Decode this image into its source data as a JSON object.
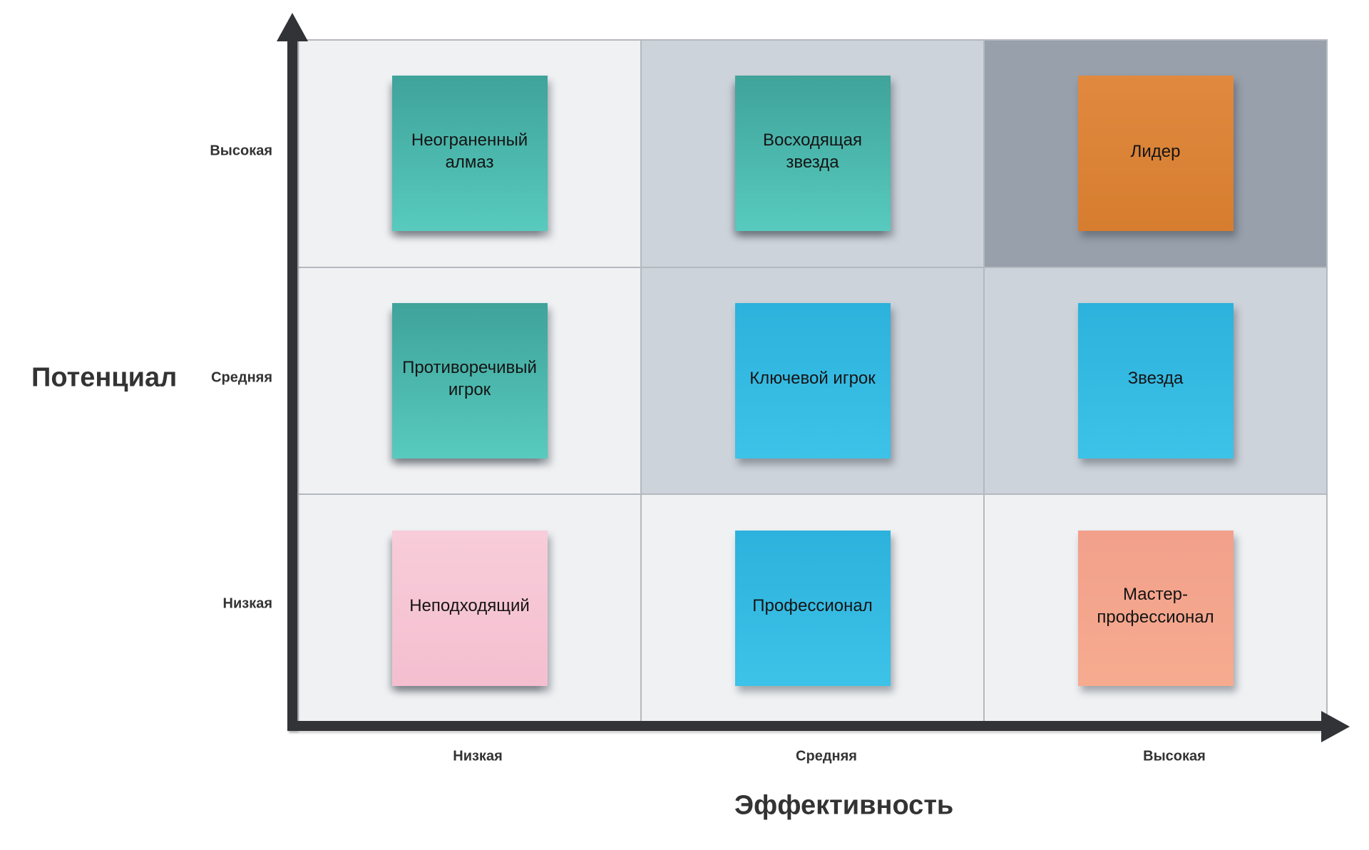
{
  "theme": {
    "canvas_bg": "#ffffff",
    "cell_light": "#eff1f3",
    "cell_medium": "#cdd3da",
    "cell_dark": "#98a0ab",
    "grid_line": "#b4b9bf",
    "axis": "#323337",
    "label_text": "#333333",
    "note_text": "#141414",
    "teal_top": "#3fa39a",
    "teal_bottom": "#58cabe",
    "blue_top": "#2cb2dc",
    "blue_bottom": "#3dc2e8",
    "orange_top": "#e0893f",
    "orange_bottom": "#d67d2f",
    "pink_top": "#f8ccd9",
    "pink_bottom": "#f4bfd0",
    "salmon_top": "#f2a08b",
    "salmon_bottom": "#f6ab8f"
  },
  "matrix": {
    "y_axis": {
      "title": "Потенциал",
      "ticks": [
        "Высокая",
        "Средняя",
        "Низкая"
      ]
    },
    "x_axis": {
      "title": "Эффективность",
      "ticks": [
        "Низкая",
        "Средняя",
        "Высокая"
      ]
    },
    "cells": [
      {
        "potential": "Высокая",
        "effectiveness": "Низкая",
        "zone": "light",
        "note": {
          "label": "Неограненный алмаз",
          "color": "teal"
        }
      },
      {
        "potential": "Высокая",
        "effectiveness": "Средняя",
        "zone": "medium",
        "note": {
          "label": "Восходящая звезда",
          "color": "teal"
        }
      },
      {
        "potential": "Высокая",
        "effectiveness": "Высокая",
        "zone": "dark",
        "note": {
          "label": "Лидер",
          "color": "orange"
        }
      },
      {
        "potential": "Средняя",
        "effectiveness": "Низкая",
        "zone": "light",
        "note": {
          "label": "Противоречивый игрок",
          "color": "teal"
        }
      },
      {
        "potential": "Средняя",
        "effectiveness": "Средняя",
        "zone": "medium",
        "note": {
          "label": "Ключевой игрок",
          "color": "blue"
        }
      },
      {
        "potential": "Средняя",
        "effectiveness": "Высокая",
        "zone": "medium",
        "note": {
          "label": "Звезда",
          "color": "blue"
        }
      },
      {
        "potential": "Низкая",
        "effectiveness": "Низкая",
        "zone": "light",
        "note": {
          "label": "Неподходящий",
          "color": "pink"
        }
      },
      {
        "potential": "Низкая",
        "effectiveness": "Средняя",
        "zone": "light",
        "note": {
          "label": "Профессионал",
          "color": "blue"
        }
      },
      {
        "potential": "Низкая",
        "effectiveness": "Высокая",
        "zone": "light",
        "note": {
          "label": "Мастер-профессионал",
          "color": "salmon"
        }
      }
    ]
  }
}
